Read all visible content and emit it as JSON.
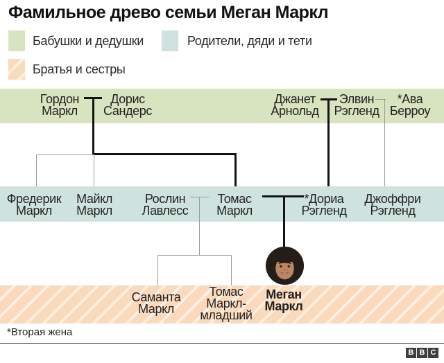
{
  "title": "Фамильное древо семьи Меган Маркл",
  "legend": {
    "items": [
      {
        "label": "Бабушки и дедушки",
        "color": "#d8e3bf",
        "hatched": false
      },
      {
        "label": "Родители, дяди и тети",
        "color": "#cfe3de",
        "hatched": false
      },
      {
        "label": "Братья и сестры",
        "color": "#fbd9bd",
        "hatched": true
      }
    ]
  },
  "colors": {
    "grandparents_band": "#d8e3bf",
    "parents_band": "#cfe3de",
    "siblings_band": "#fbd9bd",
    "siblings_stripe": "#feeede",
    "bold_line": "#141414",
    "thin_line": "#9b9b9b",
    "logo_block": "#3e3e3e"
  },
  "tree": {
    "grandparents": [
      {
        "name": "Гордон\nМаркл"
      },
      {
        "name": "Дорис\nСандерс"
      },
      {
        "name": "Джанет\nАрнольд"
      },
      {
        "name": "Элвин\nРэгленд"
      },
      {
        "name": "*Ава\nБерроу"
      }
    ],
    "parents": [
      {
        "name": "Фредерик\nМаркл"
      },
      {
        "name": "Майкл\nМаркл"
      },
      {
        "name": "Рослин\nЛавлесс"
      },
      {
        "name": "Томас\nМаркл"
      },
      {
        "name": "*Дориа\nРэгленд"
      },
      {
        "name": "Джоффри\nРэгленд"
      }
    ],
    "siblings": [
      {
        "name": "Саманта\nМаркл"
      },
      {
        "name": "Томас\nМаркл-\nмладший"
      },
      {
        "name": "Меган\nМаркл"
      }
    ]
  },
  "photo": {
    "alt": "Меган Маркл"
  },
  "footnote": "*Вторая жена",
  "logo": {
    "letters": [
      "B",
      "B",
      "C"
    ]
  }
}
